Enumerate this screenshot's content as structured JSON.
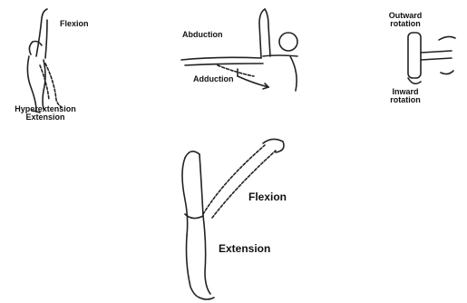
{
  "panels": {
    "hip": {
      "flexion": "Flexion",
      "hyperextension_extension": [
        "Hyperextension",
        "Extension"
      ]
    },
    "shoulder": {
      "abduction": "Abduction",
      "adduction": "Adduction"
    },
    "rotation": {
      "outward_rotation": [
        "Outward",
        "rotation"
      ],
      "inward_rotation": [
        "Inward",
        "rotation"
      ]
    },
    "elbow": {
      "flexion": "Flexion",
      "extension": "Extension"
    }
  }
}
